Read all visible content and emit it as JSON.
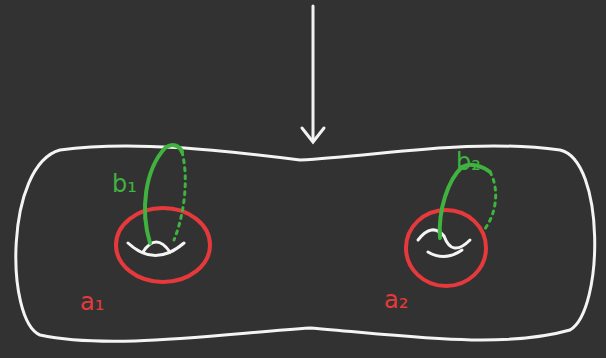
{
  "diagram": {
    "labels": [
      "b₁",
      "a₁",
      "b₂",
      "a₂"
    ]
  }
}
